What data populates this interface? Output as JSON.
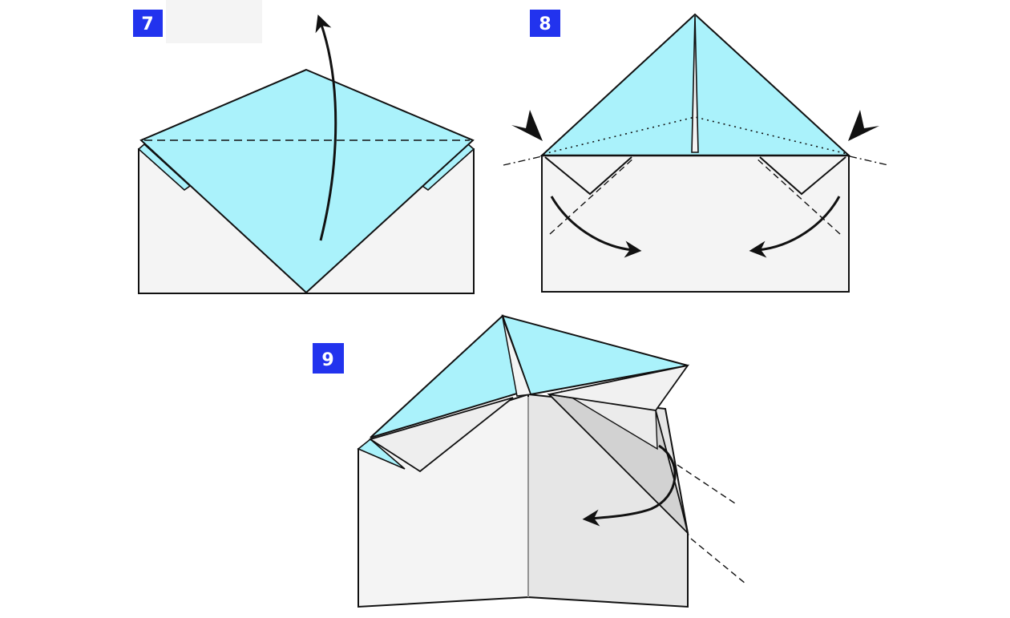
{
  "steps": [
    {
      "number": "7"
    },
    {
      "number": "8"
    },
    {
      "number": "9"
    }
  ],
  "colors": {
    "badge": "#2233ee",
    "badge_text": "#ffffff",
    "paper_top": "#aaf2fb",
    "paper_bottom": "#f4f4f4",
    "paper_shade": "#e6e6e6",
    "paper_dark": "#d2d2d2",
    "line": "#111111"
  },
  "icons": {
    "fold_arrow": "curved-arrow-icon",
    "push_arrow": "arrowhead-icon"
  }
}
